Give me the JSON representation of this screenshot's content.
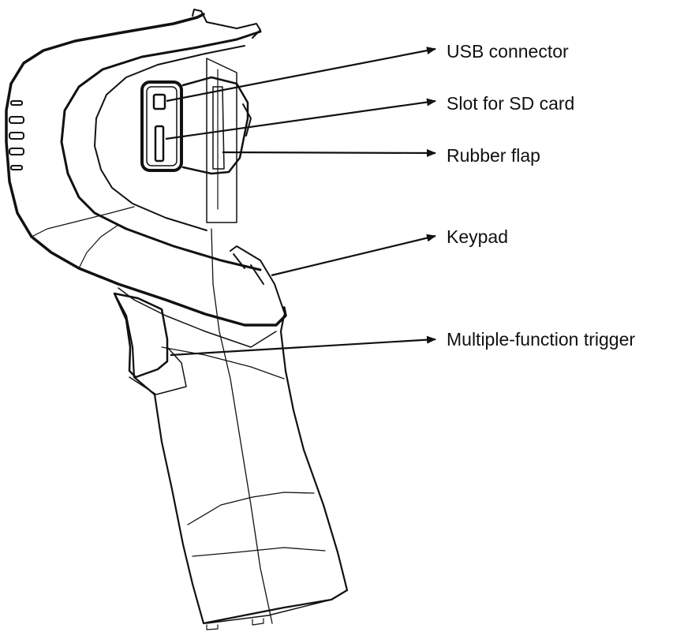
{
  "figure": {
    "subject": "Handheld device side view with port callouts",
    "callouts": [
      {
        "id": "usb",
        "label": "USB connector"
      },
      {
        "id": "sd",
        "label": "Slot for SD card"
      },
      {
        "id": "flap",
        "label": "Rubber flap"
      },
      {
        "id": "keypad",
        "label": "Keypad"
      },
      {
        "id": "trigger",
        "label": "Multiple-function trigger"
      }
    ]
  },
  "colors": {
    "line": "#111111",
    "background": "#ffffff"
  }
}
